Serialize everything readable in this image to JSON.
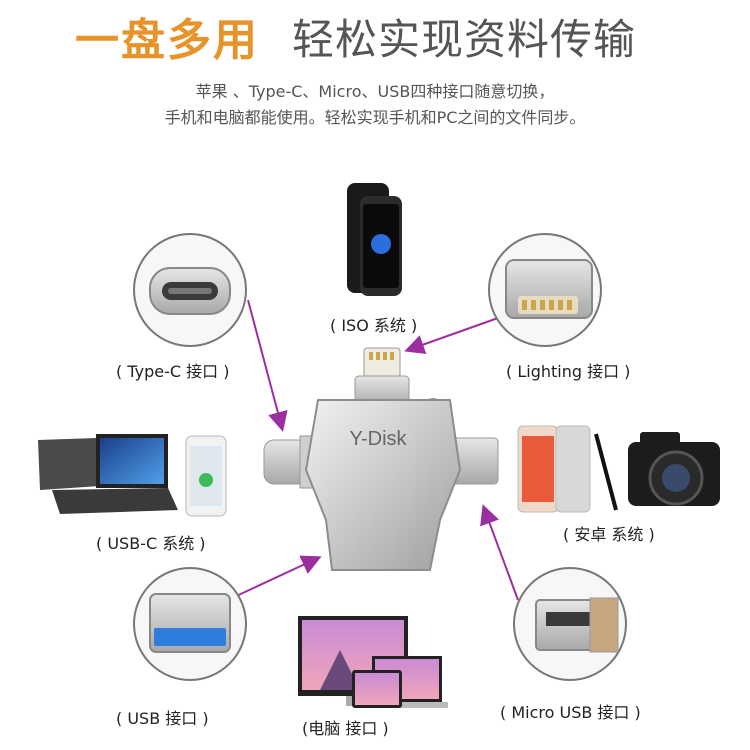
{
  "header": {
    "title_highlight": "一盘多用",
    "title_rest": "轻松实现资料传输",
    "subtitle_line1": "苹果 、Type-C、Micro、USB四种接口随意切换，",
    "subtitle_line2": "手机和电脑都能使用。轻松实现手机和PC之间的文件同步。"
  },
  "device": {
    "brand": "Y-Disk"
  },
  "labels": {
    "iso": "( ISO 系统 )",
    "typec": "( Type-C 接口 )",
    "lighting": "(  Lighting  接口 )",
    "usbc": "( USB-C 系统 )",
    "android": "( 安卓 系统 )",
    "usb": "( USB 接口 )",
    "pc": "(电脑 接口 )",
    "micro": "( Micro USB 接口 )"
  },
  "colors": {
    "accent_orange": "#e8932a",
    "arrow_purple": "#9b2fa0"
  }
}
